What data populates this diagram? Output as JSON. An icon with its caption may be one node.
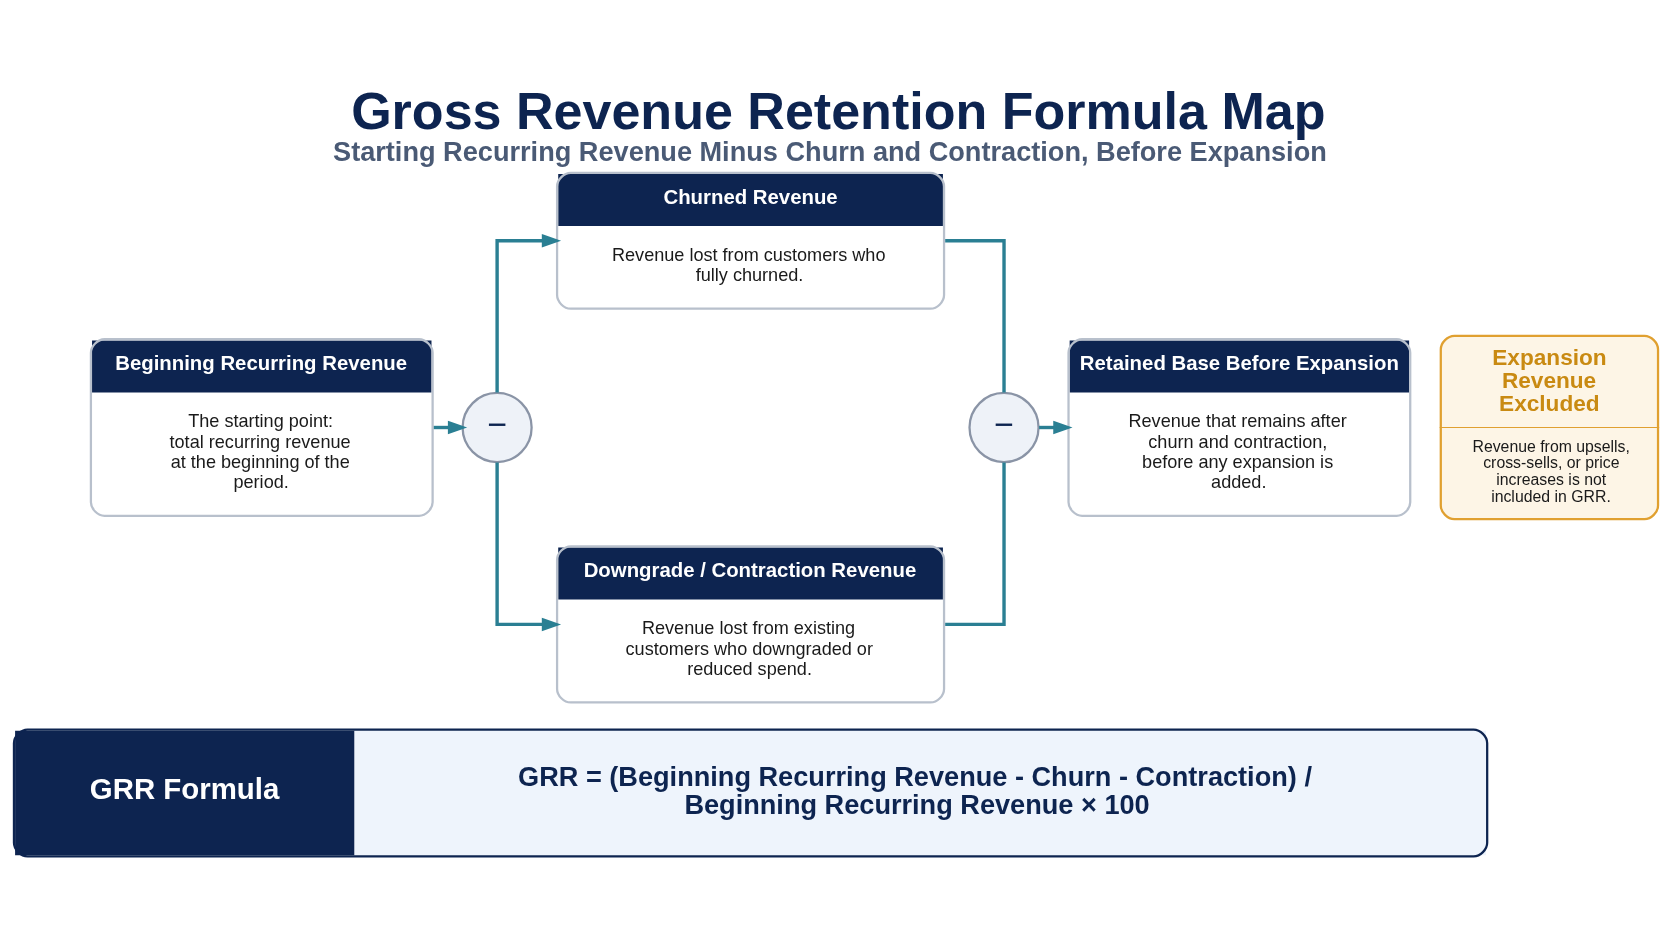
{
  "diagram": {
    "title": "Gross Revenue Retention Formula Map",
    "caption": "Starting Recurring Revenue Minus Churn and Contraction, Before Expansion",
    "nodes": [
      {
        "text": [
          "Beginning Recurring Revenue",
          "The starting point: total recurring revenue at the beginning of the period."
        ]
      },
      {
        "text": [
          "−"
        ]
      },
      {
        "text": [
          "Churned Revenue",
          "Revenue lost from customers who fully churned."
        ]
      },
      {
        "text": [
          "Downgrade / Contraction Revenue",
          "Revenue lost from existing customers who downgraded or reduced spend."
        ]
      },
      {
        "text": [
          "−"
        ]
      },
      {
        "text": [
          "Retained Base Before Expansion",
          "Revenue that remains after churn and contraction, before any expansion is added."
        ]
      },
      {
        "text": [
          "Expansion Revenue Excluded",
          "Revenue from upsells, cross-sells, or price increases is not included in GRR."
        ]
      },
      {
        "text": [
          "GRR Formula",
          "GRR = (Beginning Recurring Revenue - Churn - Contraction) / Beginning Recurring Revenue × 100"
        ]
      }
    ],
    "edges": [
      {
        "from": 0,
        "to": 1,
        "arrow": "to"
      },
      {
        "from": 1,
        "to": 2,
        "arrow": "to"
      },
      {
        "from": 1,
        "to": 3,
        "arrow": "to"
      },
      {
        "from": 2,
        "to": 4,
        "arrow": "none"
      },
      {
        "from": 3,
        "to": 4,
        "arrow": "none"
      },
      {
        "from": 4,
        "to": 5,
        "arrow": "to"
      }
    ]
  }
}
